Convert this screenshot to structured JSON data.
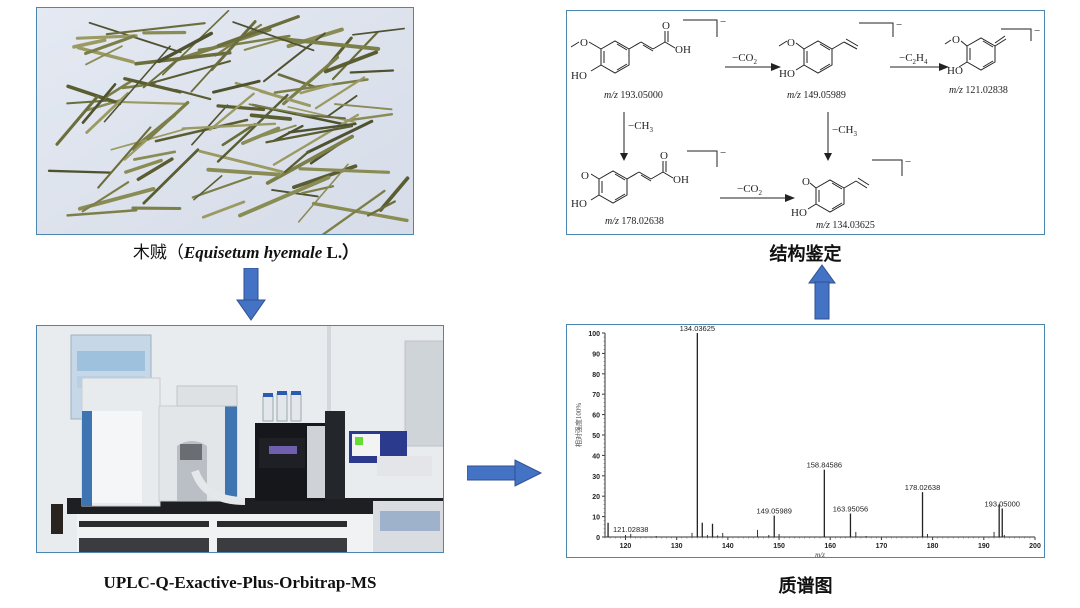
{
  "panels": {
    "plant": {
      "caption_cn": "木贼（",
      "caption_latin": "Equisetum hyemale",
      "caption_suffix": " L.）",
      "image_desc": "dried horsetail stems photo"
    },
    "instrument": {
      "caption": "UPLC-Q-Exactive-Plus-Orbitrap-MS",
      "image_desc": "LC-MS instrument photo"
    },
    "structure": {
      "caption": "结构鉴定",
      "charge": "−",
      "compounds": [
        {
          "id": "c193",
          "label": "m/z",
          "mz": "193.05000"
        },
        {
          "id": "c149",
          "label": "m/z",
          "mz": "149.05989"
        },
        {
          "id": "c121",
          "label": "m/z",
          "mz": "121.02838"
        },
        {
          "id": "c178",
          "label": "m/z",
          "mz": "178.02638"
        },
        {
          "id": "c134",
          "label": "m/z",
          "mz": "134.03625"
        }
      ],
      "losses": {
        "co2_a": "−CO",
        "co2_sub": "2",
        "c2h4": "−C",
        "c2h4_sub1": "2",
        "c2h4_h": "H",
        "c2h4_sub2": "4",
        "ch3_a": "−CH",
        "ch3_sub": "3"
      },
      "atoms": {
        "OH": "OH",
        "HO": "HO",
        "O": "O"
      }
    },
    "spectrum": {
      "caption": "质谱图"
    }
  },
  "chart_data": {
    "type": "bar",
    "title": "",
    "xlabel": "m/z",
    "ylabel": "相对强度100%",
    "xlim": [
      116,
      200
    ],
    "ylim": [
      0,
      100
    ],
    "xticks": [
      120,
      130,
      140,
      150,
      160,
      170,
      180,
      190,
      200
    ],
    "yticks": [
      0,
      10,
      20,
      30,
      40,
      50,
      60,
      70,
      80,
      90,
      100
    ],
    "peaks": [
      {
        "mz": 116.6,
        "intensity": 7
      },
      {
        "mz": 120.0,
        "intensity": 1
      },
      {
        "mz": 121.02838,
        "intensity": 1.5,
        "label": "121.02838"
      },
      {
        "mz": 126.0,
        "intensity": 0.5
      },
      {
        "mz": 133.0,
        "intensity": 2
      },
      {
        "mz": 134.03625,
        "intensity": 100,
        "label": "134.03625"
      },
      {
        "mz": 135.0,
        "intensity": 7
      },
      {
        "mz": 136.0,
        "intensity": 1
      },
      {
        "mz": 137.0,
        "intensity": 6.5
      },
      {
        "mz": 138.0,
        "intensity": 0.8
      },
      {
        "mz": 139.0,
        "intensity": 2
      },
      {
        "mz": 145.8,
        "intensity": 3.5
      },
      {
        "mz": 148.0,
        "intensity": 1
      },
      {
        "mz": 149.05989,
        "intensity": 10.5,
        "label": "149.05989"
      },
      {
        "mz": 150.0,
        "intensity": 1.5
      },
      {
        "mz": 158.84586,
        "intensity": 33,
        "label": "158.84586"
      },
      {
        "mz": 163.95056,
        "intensity": 11.5,
        "label": "163.95056"
      },
      {
        "mz": 165.0,
        "intensity": 2.5
      },
      {
        "mz": 167.0,
        "intensity": 0.5
      },
      {
        "mz": 178.02638,
        "intensity": 22,
        "label": "178.02638"
      },
      {
        "mz": 179.0,
        "intensity": 1.5
      },
      {
        "mz": 192.0,
        "intensity": 2.5
      },
      {
        "mz": 193.0,
        "intensity": 16
      },
      {
        "mz": 193.6,
        "intensity": 14,
        "label": "193.05000"
      },
      {
        "mz": 194.0,
        "intensity": 1
      }
    ]
  },
  "colors": {
    "arrow_blue": "#4472c4",
    "panel_border": "#4a86b0"
  }
}
